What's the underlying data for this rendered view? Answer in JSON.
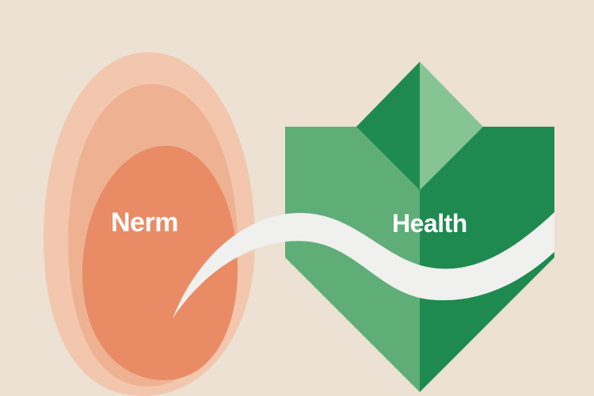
{
  "labels": {
    "left": "Nerm",
    "right": "Health"
  },
  "colors": {
    "background": "#ece1d3",
    "egg_outer": "#f2c7ad",
    "egg_middle": "#eeb292",
    "egg_inner": "#e98c66",
    "shield_light": "#5fae78",
    "shield_dark": "#1f8a50",
    "shield_leaf": "#86c494",
    "ribbon": "#f0f0ee"
  },
  "shapes": {
    "left": "egg",
    "right": "shield-with-leaf",
    "connector": "wave-ribbon"
  }
}
